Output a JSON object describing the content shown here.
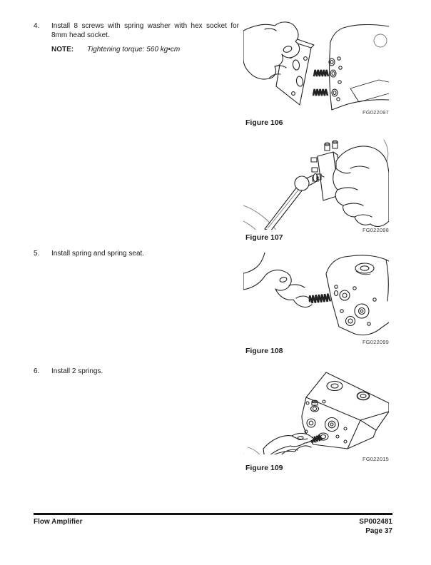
{
  "steps": [
    {
      "num": "4.",
      "text": "Install 8 screws with spring washer with hex socket for 8mm head socket.",
      "note_label": "NOTE:",
      "note_text": "Tightening torque: 560 kg•cm"
    },
    {
      "num": "5.",
      "text": "Install spring and spring seat."
    },
    {
      "num": "6.",
      "text": "Install 2 springs."
    }
  ],
  "figures": [
    {
      "caption": "Figure 106",
      "code": "FG022097"
    },
    {
      "caption": "Figure 107",
      "code": "FG022098"
    },
    {
      "caption": "Figure 108",
      "code": "FG022099"
    },
    {
      "caption": "Figure 109",
      "code": "FG022015"
    }
  ],
  "footer": {
    "section_title": "Flow Amplifier",
    "doc_code": "SP002481",
    "page_label": "Page 37"
  },
  "colors": {
    "ink": "#1c1c1c",
    "rule": "#111111"
  }
}
